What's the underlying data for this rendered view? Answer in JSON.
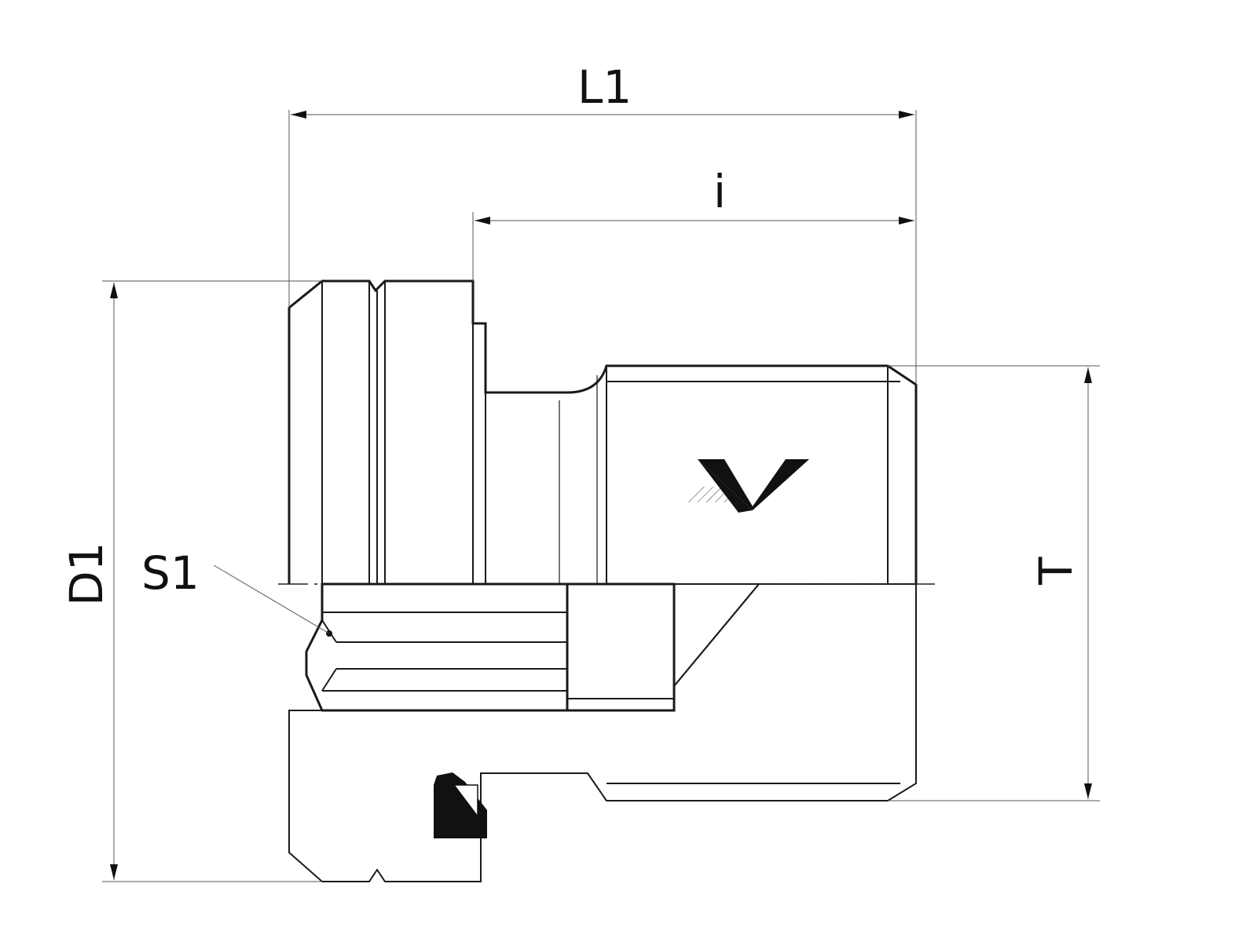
{
  "diagram": {
    "type": "technical-drawing",
    "subject": "plug",
    "dimensions": {
      "L1": "L1",
      "i": "i",
      "D1": "D1",
      "T": "T",
      "S1": "S1"
    },
    "colors": {
      "line": "#1a1a1a",
      "background": "#ffffff"
    }
  }
}
